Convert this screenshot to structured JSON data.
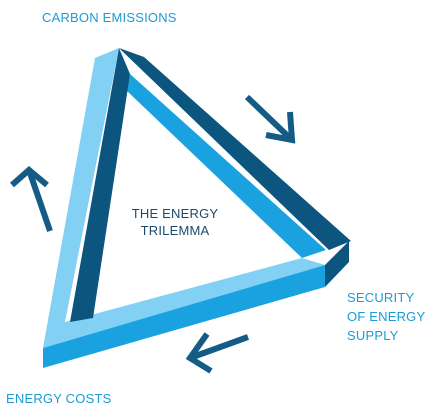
{
  "diagram": {
    "top_label": "CARBON EMISSIONS",
    "bottom_left_label": "ENERGY COSTS",
    "right_label_lines": [
      "SECURITY",
      "OF ENERGY",
      "SUPPLY"
    ],
    "center_label_lines": [
      "THE ENERGY",
      "TRILEMMA"
    ]
  },
  "colors": {
    "label_text": "#1d9ad6",
    "center_text": "#1a4a6e",
    "light_blue": "#82d0f4",
    "mid_blue": "#1aa2e0",
    "dark_blue": "#0b557f",
    "arrow": "#145c86"
  }
}
